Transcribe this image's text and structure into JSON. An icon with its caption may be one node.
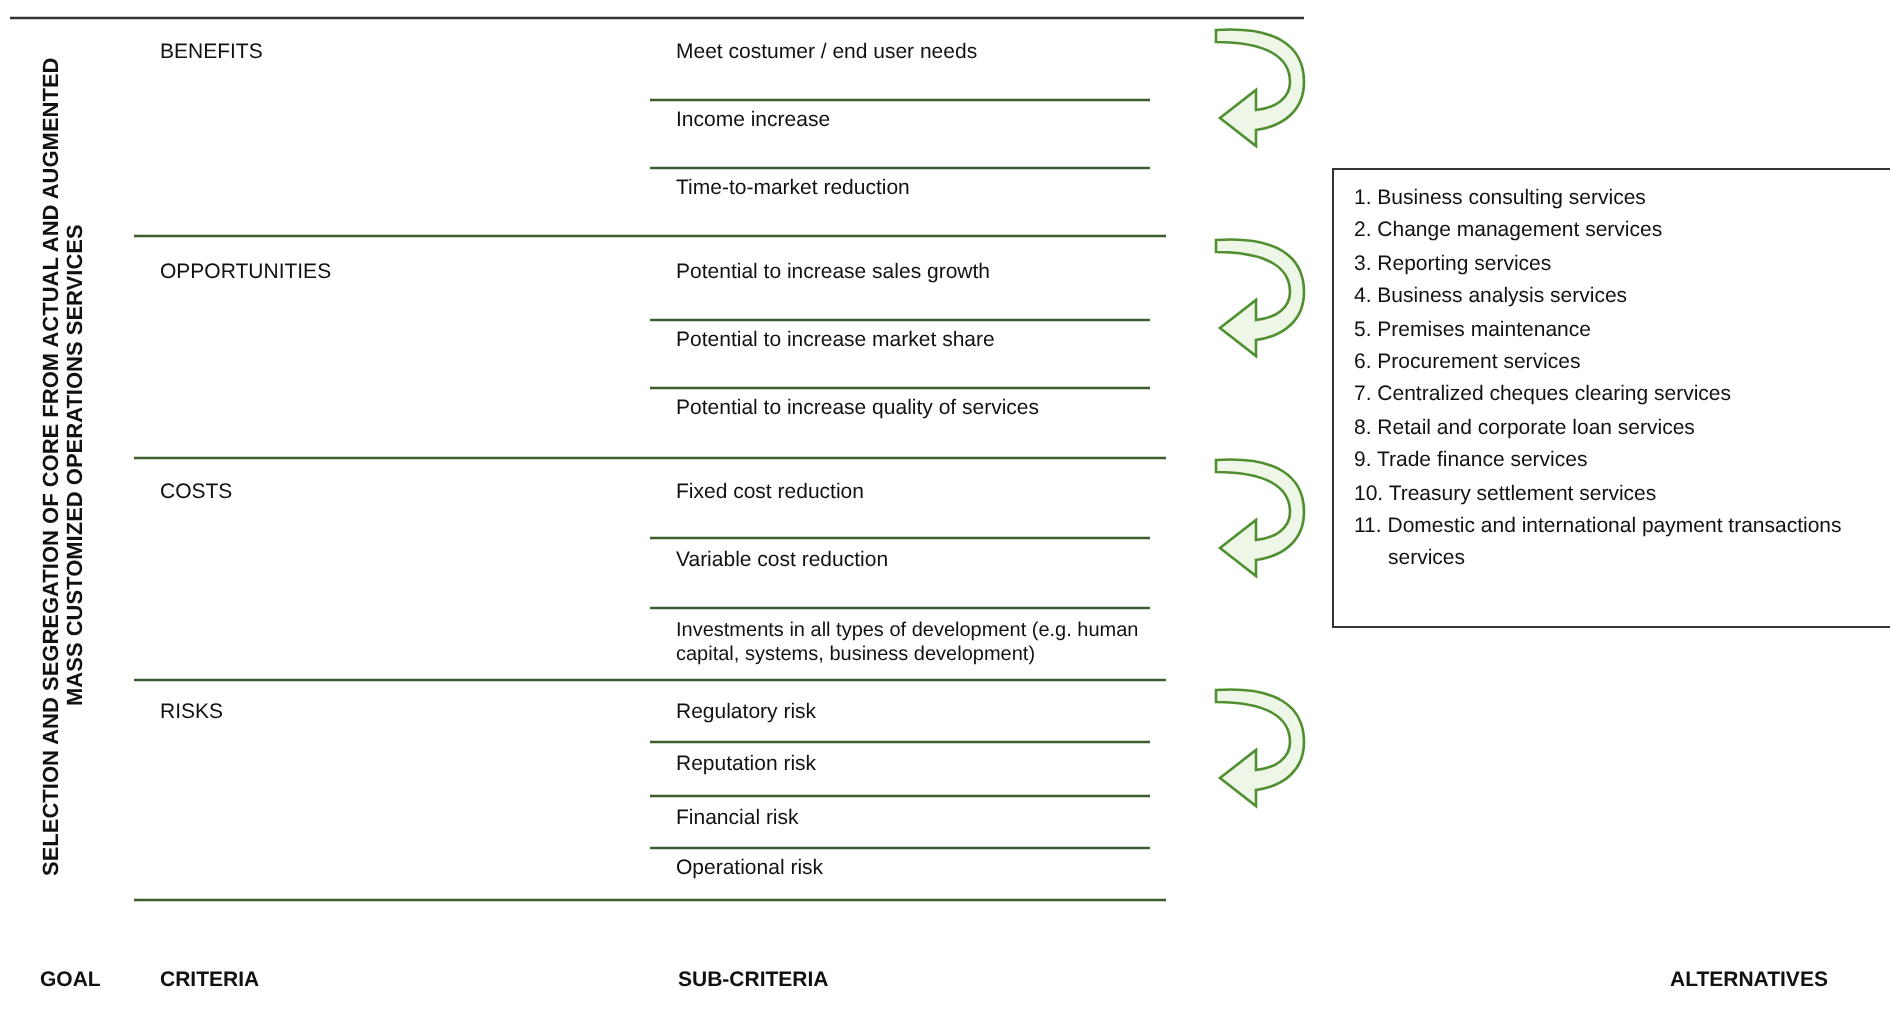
{
  "diagram": {
    "nodes": [
      {
        "text": [
          "1. Business consulting services",
          "2. Change management services",
          "3. Reporting services",
          "4. Business analysis services",
          "5. Premises maintenance",
          "6. Procurement services",
          "7. Centralized cheques clearing services",
          "8. Retail and corporate loan services",
          "9. Trade finance services",
          "10. Treasury settlement services",
          "11. Domestic and international payment transactions services"
        ]
      }
    ],
    "labels": [
      "SELECTION AND SEGREGATION OF CORE FROM ACTUAL AND AUGMENTED MASS CUSTOMIZED OPERATIONS SERVICES",
      "BENEFITS",
      "Meet costumer / end user needs",
      "Income increase",
      "Time-to-market reduction",
      "OPPORTUNITIES",
      "Potential to increase sales growth",
      "Potential to increase market share",
      "Potential to increase quality of services",
      "COSTS",
      "Fixed cost reduction",
      "Variable cost reduction",
      "Investments in all types of development (e.g. human capital, systems, business development)",
      "RISKS",
      "Regulatory risk",
      "Reputation risk",
      "Financial risk",
      "Operational risk",
      "GOAL",
      "CRITERIA",
      "SUB-CRITERIA",
      "ALTERNATIVES"
    ]
  }
}
